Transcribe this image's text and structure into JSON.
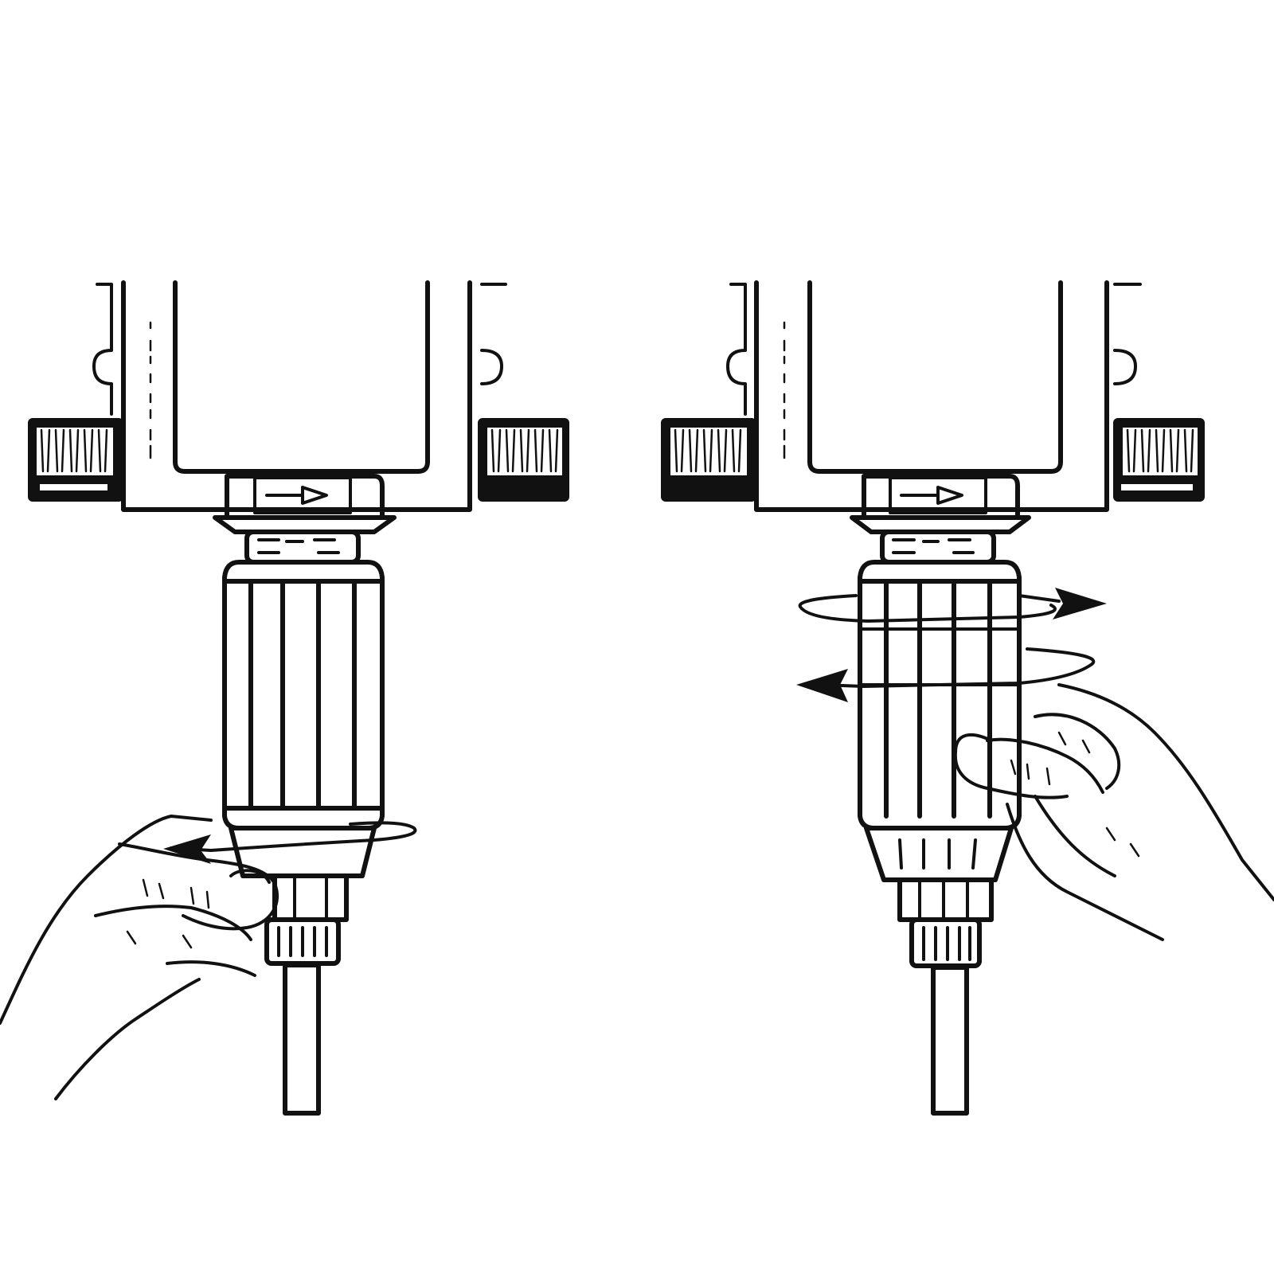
{
  "figure": {
    "panels": [
      {
        "id": "left",
        "step": "loosen-cap",
        "icons": [
          "housing-icon",
          "knurled-knob-icon",
          "flow-arrow-icon",
          "filter-cartridge-icon",
          "hand-icon",
          "rotation-arrow-icon",
          "outlet-pipe-icon"
        ]
      },
      {
        "id": "right",
        "step": "rotate-cartridge",
        "icons": [
          "housing-icon",
          "knurled-knob-icon",
          "flow-arrow-icon",
          "filter-cartridge-icon",
          "hand-icon",
          "rotation-arrow-icon",
          "outlet-pipe-icon"
        ]
      }
    ],
    "colors": {
      "ink": "#111111",
      "background": "#ffffff"
    }
  }
}
